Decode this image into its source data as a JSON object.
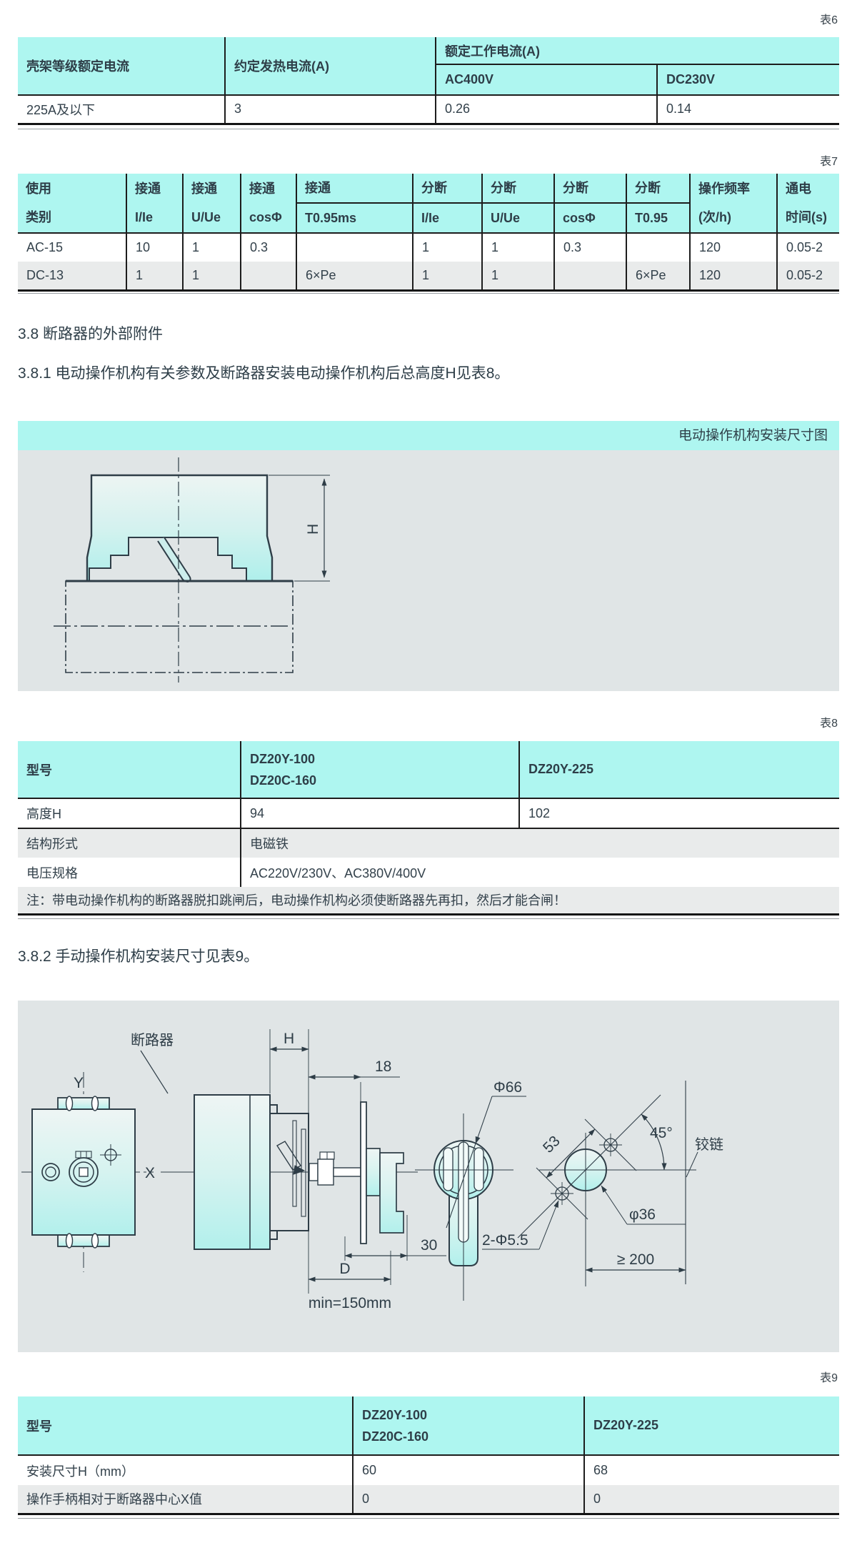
{
  "colors": {
    "accent_cyan": "#aef6f0",
    "panel_gray": "#e0e5e6",
    "row_gray": "#e9ebeb",
    "text": "#33414b"
  },
  "headings": {
    "s38": "3.8 断路器的外部附件",
    "s381": "3.8.1 电动操作机构有关参数及断路器安装电动操作机构后总高度H见表8。",
    "s382": "3.8.2 手动操作机构安装尺寸见表9。"
  },
  "tables": {
    "t6": {
      "tag": "表6",
      "frame_col": "壳架等级额定电流",
      "heat_col": "约定发热电流(A)",
      "work_group": "额定工作电流(A)",
      "ac": "AC400V",
      "dc": "DC230V",
      "row": [
        "225A及以下",
        "3",
        "0.26",
        "0.14"
      ]
    },
    "t7": {
      "tag": "表7",
      "head": [
        [
          "使用",
          "类别"
        ],
        [
          "接通",
          "I/Ie"
        ],
        [
          "接通",
          "U/Ue"
        ],
        [
          "接通",
          "cosΦ"
        ],
        [
          "接通",
          "T0.95ms"
        ],
        [
          "分断",
          "I/Ie"
        ],
        [
          "分断",
          "U/Ue"
        ],
        [
          "分断",
          "cosΦ"
        ],
        [
          "分断",
          "T0.95"
        ],
        [
          "操作频率",
          "(次/h)"
        ],
        [
          "通电",
          "时间(s)"
        ]
      ],
      "rows": [
        [
          "AC-15",
          "10",
          "1",
          "0.3",
          "",
          "1",
          "1",
          "0.3",
          "",
          "120",
          "0.05-2"
        ],
        [
          "DC-13",
          "1",
          "1",
          "",
          "6×Pe",
          "1",
          "1",
          "",
          "6×Pe",
          "120",
          "0.05-2"
        ]
      ]
    },
    "t8": {
      "tag": "表8",
      "model": "型号",
      "m1a": "DZ20Y-100",
      "m1b": "DZ20C-160",
      "m2": "DZ20Y-225",
      "height_label": "高度H",
      "h1": "94",
      "h2": "102",
      "struct_label": "结构形式",
      "struct_val": "电磁铁",
      "volt_label": "电压规格",
      "volt_val": "AC220V/230V、AC380V/400V",
      "note": "注：带电动操作机构的断路器脱扣跳闸后，电动操作机构必须使断路器先再扣，然后才能合闸！"
    },
    "t9": {
      "tag": "表9",
      "model": "型号",
      "m1a": "DZ20Y-100",
      "m1b": "DZ20C-160",
      "m2": "DZ20Y-225",
      "r1": [
        "安装尺寸H（mm）",
        "60",
        "68"
      ],
      "r2": [
        "操作手柄相对于断路器中心X值",
        "0",
        "0"
      ]
    }
  },
  "diagram1": {
    "title": "电动操作机构安装尺寸图",
    "dim_h": "H"
  },
  "diagram2": {
    "breaker": "断路器",
    "dim_h": "H",
    "dim_18": "18",
    "dim_30": "30",
    "dim_d": "D",
    "dim_min": "min=150mm",
    "dim_phi66": "Φ66",
    "dim_53": "53",
    "dim_45": "45°",
    "hinge": "铰链",
    "dim_phi36": "φ36",
    "dim_holes": "2-Φ5.5",
    "dim_ge200": "≥ 200",
    "axis_x": "X",
    "axis_y": "Y"
  }
}
